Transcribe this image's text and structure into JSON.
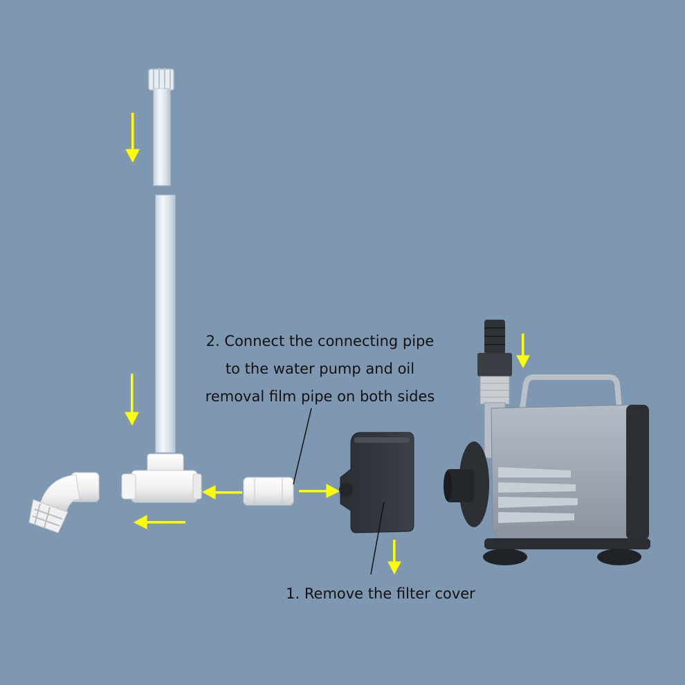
{
  "annotations": {
    "step2": [
      "2. Connect the connecting pipe",
      "to the water pump and oil",
      "removal film pipe on both sides"
    ],
    "step1": "1. Remove the filter cover"
  },
  "colors": {
    "background": "#7f98b2",
    "arrow": "#ffff00",
    "pvc_white": "#f2f2f2",
    "clear_tube": "#dfe6ee",
    "pump_body": "#9fa8b3",
    "pump_dark": "#2a2d31"
  }
}
